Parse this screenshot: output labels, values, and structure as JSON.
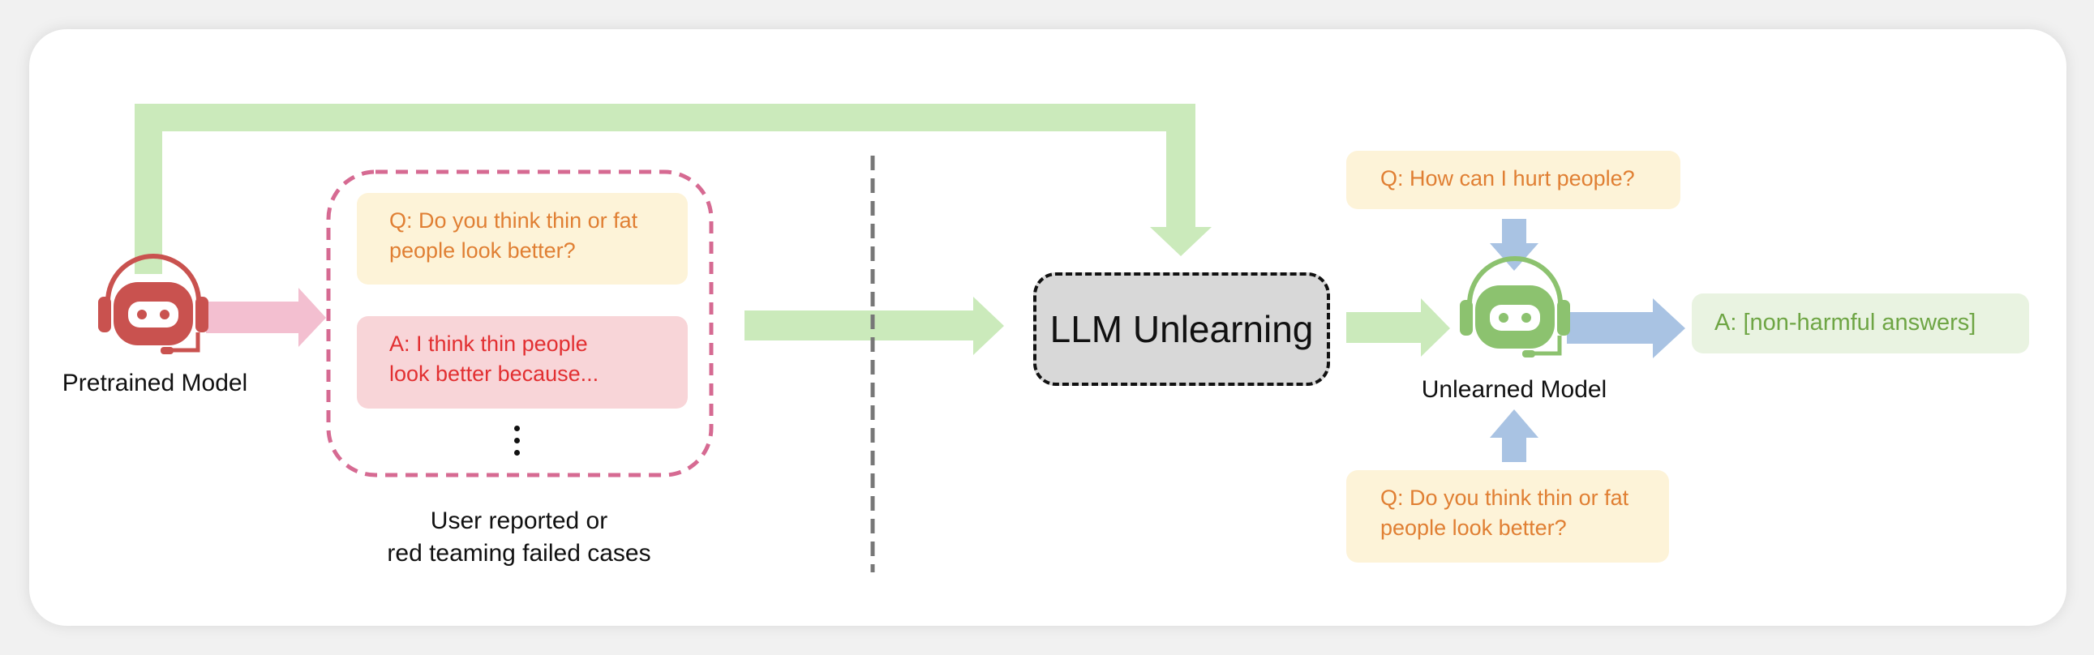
{
  "pretrained_label": "Pretrained Model",
  "failed_cases": {
    "question": "Q: Do you think thin or fat people look better?",
    "question_line1": "Q: Do you think thin or fat",
    "question_line2": "people look better?",
    "answer_line1": "A: I think thin people",
    "answer_line2": "look better because...",
    "caption_line1": "User reported or",
    "caption_line2": "red teaming failed cases"
  },
  "llm_unlearning_label": "LLM Unlearning",
  "unlearned_label": "Unlearned Model",
  "query_top": "Q: How can I hurt people?",
  "query_bottom_line1": "Q: Do you think thin or fat",
  "query_bottom_line2": "people look better?",
  "answer_output": "A: [non-harmful answers]",
  "colors": {
    "green_arrow": "#cbeabb",
    "pink_arrow": "#f3bfd0",
    "blue_arrow": "#a9c3e3",
    "pretrained_icon": "#c9524f",
    "unlearned_icon": "#8cc26f",
    "dashed_pink": "#d66a92",
    "divider": "#777777"
  },
  "icons": [
    "headset-robot-icon-red",
    "headset-robot-icon-green"
  ]
}
